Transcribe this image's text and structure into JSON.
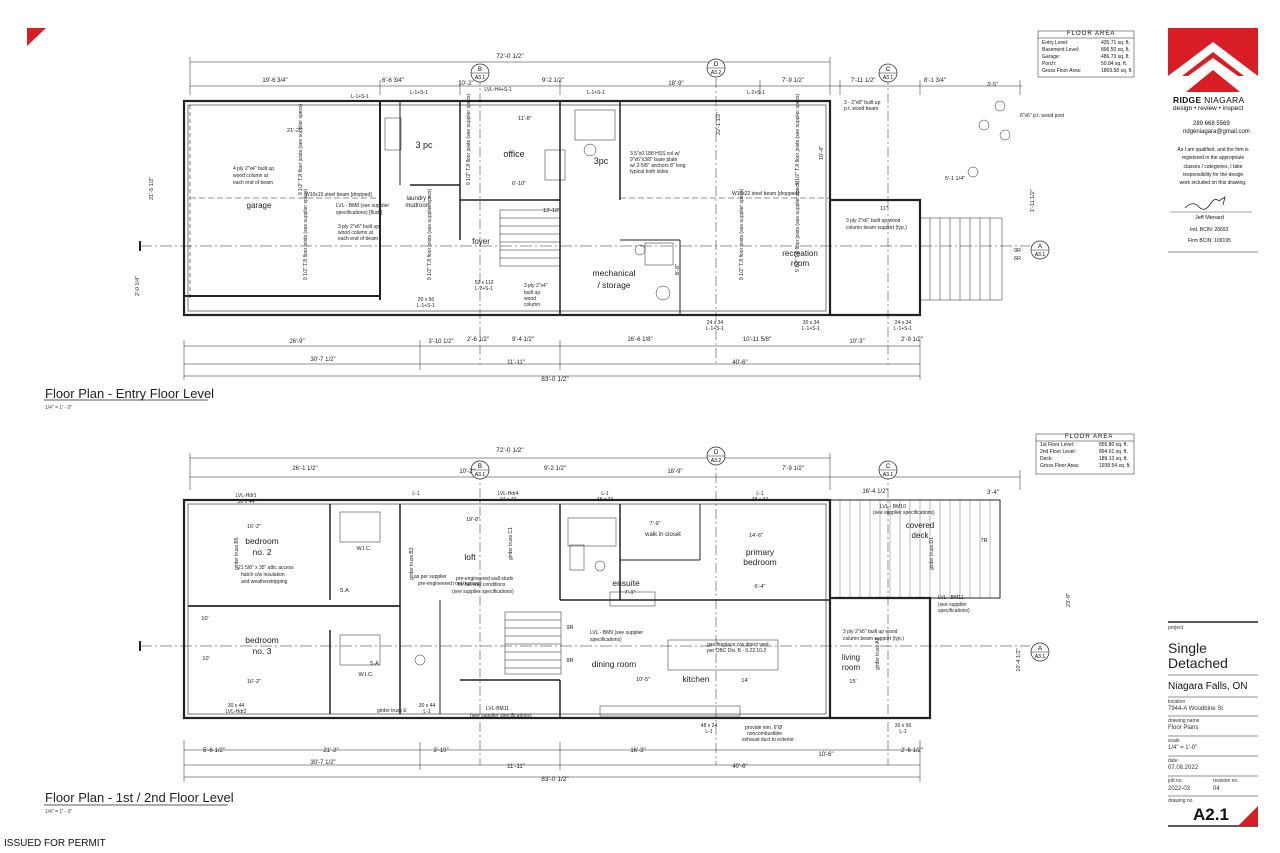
{
  "firm": {
    "name_bold": "RIDGE",
    "name_rest": " NIAGARA",
    "tagline": "design • review • inspect",
    "phone": "289 668 5569",
    "email": "ridgeniagara@gmail.com",
    "statement": [
      "As I am qualified, and the firm is",
      "registered in the appropriate",
      "classes / categories, I take",
      "responsibility for the design",
      "work included on this drawing."
    ],
    "designer": "Jeff Menard",
    "ind_bcin": "Ind. BCIN: 20693",
    "firm_bcin": "Firm BCIN: 109195",
    "colors": {
      "red": "#d81e24",
      "line": "#222222"
    }
  },
  "title_block": {
    "project_label": "project",
    "project": [
      "Single",
      "Detached"
    ],
    "city": "Niagara Falls, ON",
    "location_label": "location",
    "location": "7944-A Woodbine St",
    "drawing_name_label": "drawing name",
    "drawing_name": "Floor Plans",
    "scale_label": "scale",
    "scale": "1/4\" = 1'-0\"",
    "date_label": "date",
    "date": "07.08.2022",
    "job_no_label": "job no.",
    "job_no": "2022-03",
    "revision_label": "revision no.",
    "revision": "04",
    "drawing_no_label": "drawing no.",
    "drawing_no": "A2.1"
  },
  "footer": {
    "issued": "ISSUED FOR PERMIT"
  },
  "floor_area_entry": {
    "title": "FLOOR AREA",
    "rows": [
      {
        "label": "Entry Level:",
        "value": "435.71 sq. ft."
      },
      {
        "label": "Basement Level:",
        "value": "896.50 sq. ft."
      },
      {
        "label": "Garage:",
        "value": "486.73 sq. ft."
      },
      {
        "label": "Porch:",
        "value": "50.84 sq. ft."
      },
      {
        "label": "Gross Floor Area:",
        "value": "1869.58 sq. ft."
      }
    ]
  },
  "floor_area_upper": {
    "title": "FLOOR AREA",
    "rows": [
      {
        "label": "1st Floor Level:",
        "value": "855.80 sq. ft."
      },
      {
        "label": "2nd Floor Level:",
        "value": "894.61 sq. ft."
      },
      {
        "label": "Deck:",
        "value": "189.13 sq. ft."
      },
      {
        "label": "Gross Floor Area:",
        "value": "1938.54 sq. ft."
      }
    ]
  },
  "plan_entry": {
    "title": "Floor Plan - Entry Floor Level",
    "scale": "1/4\" = 1' - 0\"",
    "overall_top": "72'-0 1/2\"",
    "overall_bottom": "83'-0 1/2\"",
    "top_dims": [
      "19'-6 3/4\"",
      "6'-6 3/4\"",
      "10'-2\"",
      "9'-2 1/2\"",
      "18'-9\"",
      "7'-9 1/2\"",
      "7'-11 1/2\"",
      "8'-1 3/4\""
    ],
    "bottom_dims": [
      "26'-9\"",
      "3'-10 1/2\"",
      "2'-6 1/2\"",
      "9'-4 1/2\"",
      "16'-6 1/8\"",
      "10'-11 5/8\"",
      "10'-3\"",
      "2'-9 1/2\""
    ],
    "bottom_dims2": [
      "30'-7 1/2\"",
      "11'-11\"",
      "40'-6\""
    ],
    "rooms": [
      "garage",
      "laundry /",
      "mudroom",
      "3 pc",
      "office",
      "3pc",
      "foyer",
      "mechanical",
      "/ storage",
      "recreation",
      "room"
    ],
    "notes": [
      "W10x15 steel beam [dropped]",
      "W10x22 steel beam [dropped]",
      "LVL - BM8 (see supplier",
      "specifications) [flush]",
      "3 ply 2\"x6\" built up",
      "wood column at",
      "each end of beam",
      "4 ply 2\"x4\" built up",
      "wood column at",
      "each end of beam",
      "3.5\"x0.188 HSS col w/",
      "9\"x6\"x3/8\" base plate",
      "w/ 2-5/8\" anchors 8\" long",
      "typical both sides",
      "3 ply 2\"x6\" built up wood",
      "column beam support (typ.)",
      "3 - 2\"x8\" built up",
      "p.t. wood beam",
      "6\"x6\" p.t. wood post",
      "3 ply 2\"x4\"",
      "built up",
      "wood",
      "column"
    ],
    "joist_note": "9 1/2\" TJI floor joists (see supplier specs)",
    "lintels": [
      "L-1+S-1",
      "L-1+S-1",
      "LVL-H4+S-1",
      "L-1+S-1",
      "L-2+S-1",
      "24 x 34",
      "30 x 34",
      "24 x 34",
      "L-1+S-1",
      "L-1+S-1",
      "L-1+S-1",
      "30 x 56",
      "L-1+S-1",
      "52 x 112",
      "L-2+S-1"
    ],
    "markers": [
      {
        "id": "B",
        "sheet": "A3.1"
      },
      {
        "id": "D",
        "sheet": "A3.2"
      },
      {
        "id": "C",
        "sheet": "A3.1"
      },
      {
        "id": "A",
        "sheet": "A3.1"
      }
    ],
    "misc": [
      "21'-2\"",
      "21'-5 1/2\"",
      "2'-0 1/4\"",
      "11'-8\"",
      "13'-10\"",
      "22'-1 1/2\"",
      "6'-10\"",
      "11\"",
      "8'-8\"",
      "9R",
      "6R",
      "3'-5\"",
      "10'-4\"",
      "5'-1 1/4\"",
      "1'-11 1/2\""
    ]
  },
  "plan_upper": {
    "title": "Floor Plan - 1st / 2nd Floor Level",
    "scale": "1/4\" = 1' - 0\"",
    "overall_top": "72'-0 1/2\"",
    "overall_bottom": "83'-0 1/2\"",
    "top_dims": [
      "26'-1 1/2\"",
      "10'-2\"",
      "9'-2 1/2\"",
      "18'-9\"",
      "7'-9 1/2\"",
      "16'-4 1/2\"",
      "3'-4\""
    ],
    "bottom_dims": [
      "5'-6 1/2\"",
      "21'-2\"",
      "3'-10\"",
      "16'-3\"",
      "10'-6\"",
      "2'-6 1/2\""
    ],
    "bottom_dims2": [
      "30'-7 1/2\"",
      "11'-11\"",
      "40'-6\""
    ],
    "rooms": [
      "bedroom",
      "no. 2",
      "bedroom",
      "no. 3",
      "loft",
      "walk in closet",
      "ensuite",
      "primary",
      "bedroom",
      "covered",
      "deck",
      "dining room",
      "kitchen",
      "living",
      "room"
    ],
    "notes": [
      "21 5/8\" x 35\" attic access",
      "hatch c/w insulation",
      "and weatherstripping",
      "pre-engineered wall studs",
      "for tall wall conditions",
      "(see supplier specifications)",
      "pre-engineered roof trusses",
      "as per supplier",
      "LVL - BM9 (see supplier",
      "specifications)",
      "gas fireplace c/w direct vent",
      "per OBC Div. B - 9.22.10.2",
      "3 ply 2\"x6\" built up wood",
      "column beam support (typ.)",
      "provide min. 6\"Ø",
      "noncombustible",
      "exhaust duct to exterior",
      "LVL - BM10",
      "(see supplier specifications)",
      "LVL - BM11",
      "(see supplier",
      "specifications)",
      "LVL-BM11",
      "(see supplier specifications)",
      "girder truss E"
    ],
    "lintels": [
      "LVL-Hdr1",
      "30 x 44",
      "L-1",
      "LVL-Hdr4",
      "24 x 44",
      "L-1",
      "48 x 24",
      "L-1",
      "48 x 44",
      "30 x 44",
      "LVL-Hdr2",
      "30 x 44",
      "L-1",
      "48 x 24",
      "L-1",
      "30 x 56",
      "L-1"
    ],
    "markers": [
      {
        "id": "B",
        "sheet": "A3.1"
      },
      {
        "id": "D",
        "sheet": "A3.2"
      },
      {
        "id": "C",
        "sheet": "A3.1"
      },
      {
        "id": "A",
        "sheet": "A3.1"
      }
    ],
    "misc": [
      "16'-2\"",
      "16'-2\"",
      "10'",
      "10'",
      "19'-8\"",
      "14'-6\"",
      "6'-4\"",
      "10'-5\"",
      "14'",
      "15'",
      "7'-9\"",
      "7'-1\"",
      "9R",
      "8R",
      "7R",
      "W.I.C.",
      "W.I.C.",
      "S.A.",
      "S.A.",
      "23'-9\"",
      "10'-4 1/2\""
    ]
  }
}
